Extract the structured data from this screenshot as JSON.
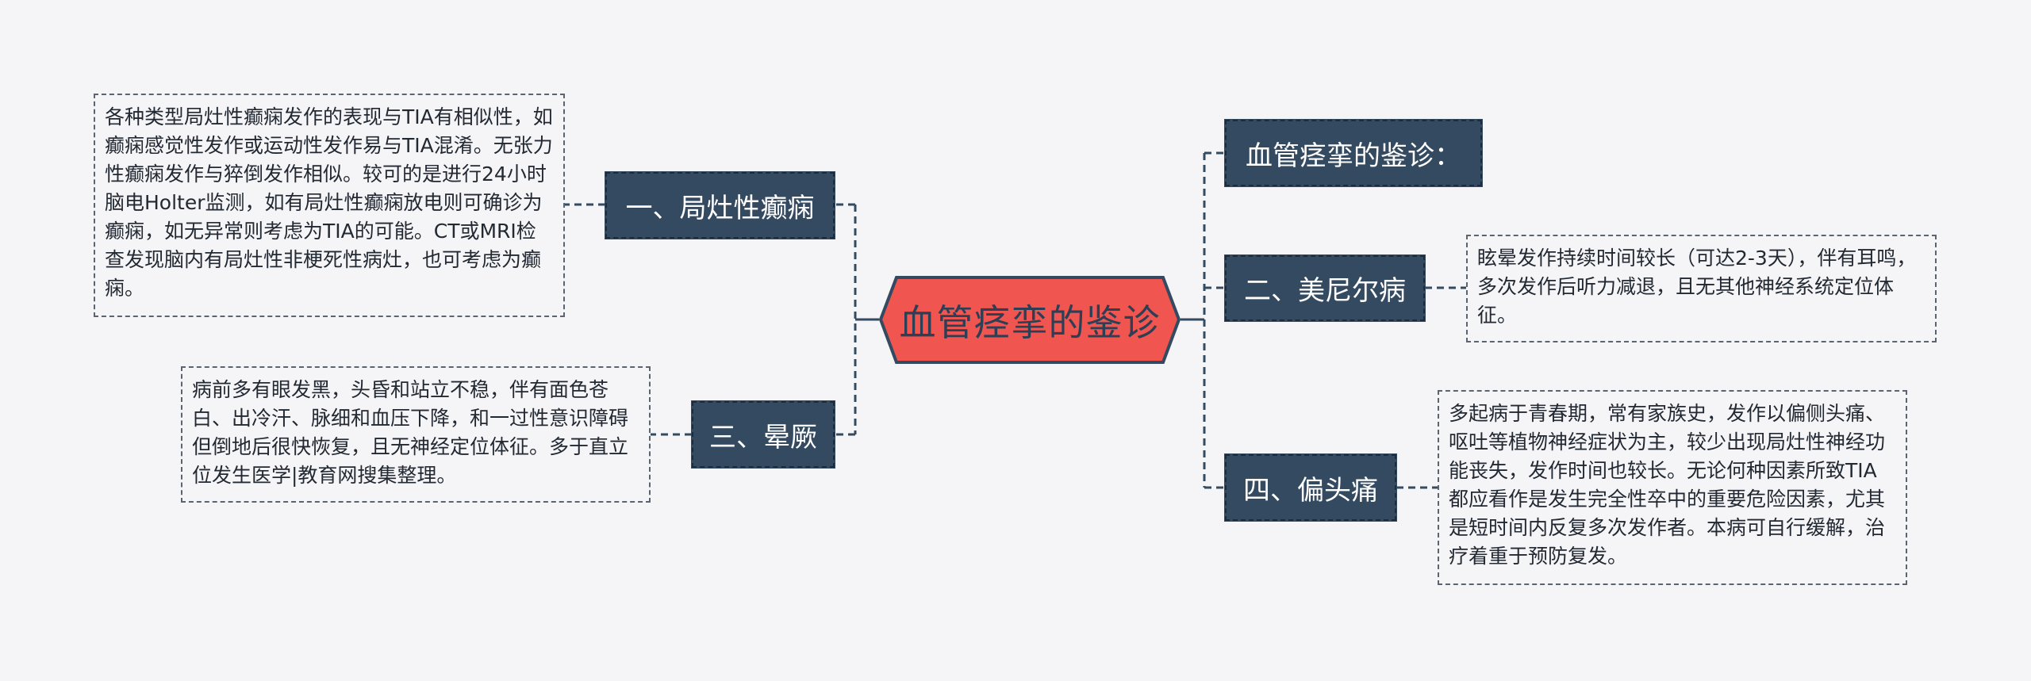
{
  "diagram": {
    "root": {
      "label": "血管痉挛的鉴诊"
    },
    "right_branches": [
      {
        "label": "血管痉挛的鉴诊：",
        "note": ""
      },
      {
        "label": "二、美尼尔病",
        "note": "眩晕发作持续时间较长（可达2-3天），伴有耳鸣，多次发作后听力减退，且无其他神经系统定位体征。"
      },
      {
        "label": "四、偏头痛",
        "note": "多起病于青春期，常有家族史，发作以偏侧头痛、呕吐等植物神经症状为主，较少出现局灶性神经功能丧失，发作时间也较长。无论何种因素所致TIA都应看作是发生完全性卒中的重要危险因素，尤其是短时间内反复多次发作者。本病可自行缓解，治疗着重于预防复发。"
      }
    ],
    "left_branches": [
      {
        "label": "一、局灶性癫痫",
        "note": "各种类型局灶性癫痫发作的表现与TIA有相似性，如癫痫感觉性发作或运动性发作易与TIA混淆。无张力性癫痫发作与猝倒发作相似。较可的是进行24小时脑电Holter监测，如有局灶性癫痫放电则可确诊为癫痫，如无异常则考虑为TIA的可能。CT或MRI检查发现脑内有局灶性非梗死性病灶，也可考虑为癫痫。"
      },
      {
        "label": "三、晕厥",
        "note": "病前多有眼发黑，头昏和站立不稳，伴有面色苍白、出冷汗、脉细和血压下降，和一过性意识障碍但倒地后很快恢复，且无神经定位体征。多于直立位发生医学|教育网搜集整理。"
      }
    ]
  },
  "colors": {
    "background": "#f5f5f7",
    "root_fill": "#f0554f",
    "root_border": "#344a61",
    "topic_fill": "#344a61",
    "topic_text": "#ffffff",
    "connector": "#344a61",
    "note_border": "#5b6470"
  }
}
